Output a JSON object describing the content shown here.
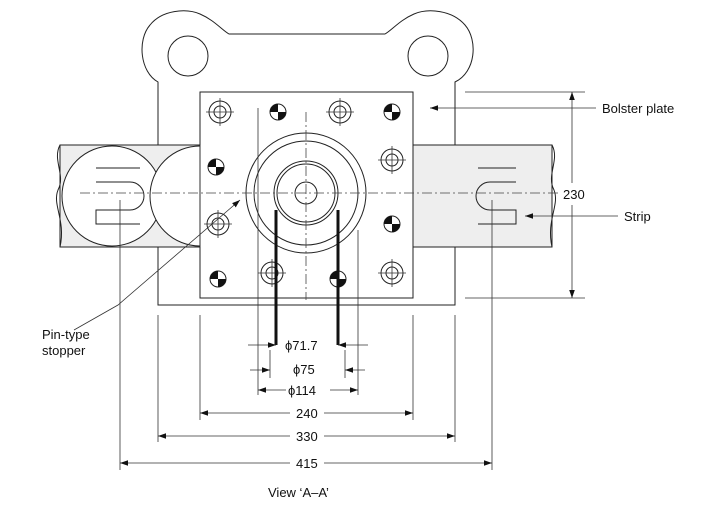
{
  "labels": {
    "bolster_plate": "Bolster plate",
    "strip": "Strip",
    "pin_stopper_line1": "Pin-type",
    "pin_stopper_line2": "stopper",
    "view": "View ‘A–A’"
  },
  "dimensions": {
    "d_71_7": "ϕ71.7",
    "d_75": "ϕ75",
    "d_114": "ϕ114",
    "w_240": "240",
    "w_330": "330",
    "w_415": "415",
    "h_230": "230"
  }
}
